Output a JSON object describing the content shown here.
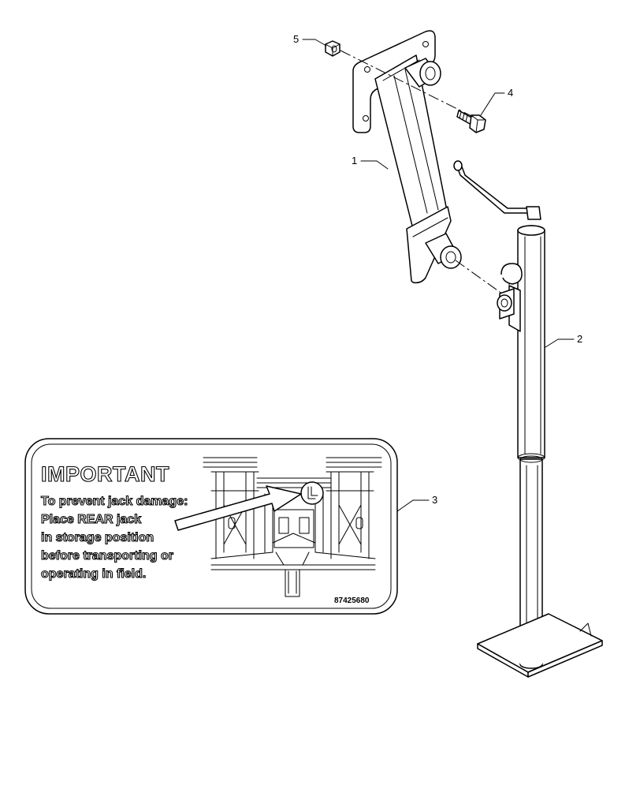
{
  "callouts": [
    {
      "id": "1",
      "label": "1"
    },
    {
      "id": "2",
      "label": "2"
    },
    {
      "id": "3",
      "label": "3"
    },
    {
      "id": "4",
      "label": "4"
    },
    {
      "id": "5",
      "label": "5"
    }
  ],
  "decal": {
    "heading": "IMPORTANT",
    "lines": [
      "To prevent jack damage:",
      "Place REAR jack",
      "in storage position",
      "before transporting or",
      "operating in field."
    ],
    "part_number": "87425680"
  }
}
